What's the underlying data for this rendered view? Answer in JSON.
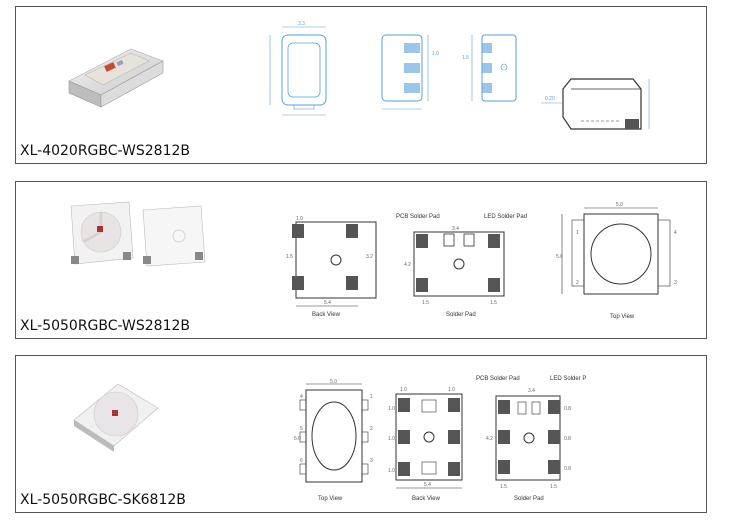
{
  "panels": [
    {
      "label": "XL-4020RGBC-WS2812B",
      "dims": {
        "top_width": "3.3",
        "side_height": "1.0",
        "side_height_b": "1.5",
        "callout": "0.20"
      }
    },
    {
      "label": "XL-5050RGBC-WS2812B",
      "back_view": {
        "pad_w": "1.0",
        "pad_h": "1.5",
        "pitch": "3.2",
        "width": "5.4",
        "caption": "Back View"
      },
      "solder_pad": {
        "pcb_label": "PCB Solder Pad",
        "led_label": "LED Solder Pad",
        "span": "3.4",
        "w1": "1.5",
        "w2": "1.5",
        "h": "4.2",
        "caption": "Solder Pad"
      },
      "top_view": {
        "width": "5.0",
        "height": "5.0",
        "pins": [
          "1",
          "2",
          "3",
          "4"
        ],
        "caption": "Top View"
      }
    },
    {
      "label": "XL-5050RGBC-SK6812B",
      "top_view": {
        "width": "5.0",
        "height": "5.0",
        "pins": [
          "4",
          "5",
          "6",
          "1",
          "2",
          "3"
        ],
        "caption": "Top View"
      },
      "back_view": {
        "pad_w": "1.0",
        "pad_h": "1.0",
        "rows": [
          "1.0",
          "1.0",
          "1.0"
        ],
        "width": "5.4",
        "caption": "Back View"
      },
      "solder_pad": {
        "pcb_label": "PCB Solder Pad",
        "led_label": "LED Solder P",
        "span": "3.4",
        "h": "4.2",
        "rows": [
          "0.8",
          "0.8",
          "0.8"
        ],
        "w1": "1.5",
        "w2": "1.5",
        "caption": "Solder Pad"
      }
    }
  ],
  "colors": {
    "blueprint": "#5a9fd8",
    "line": "#333333",
    "pad": "#555555"
  }
}
